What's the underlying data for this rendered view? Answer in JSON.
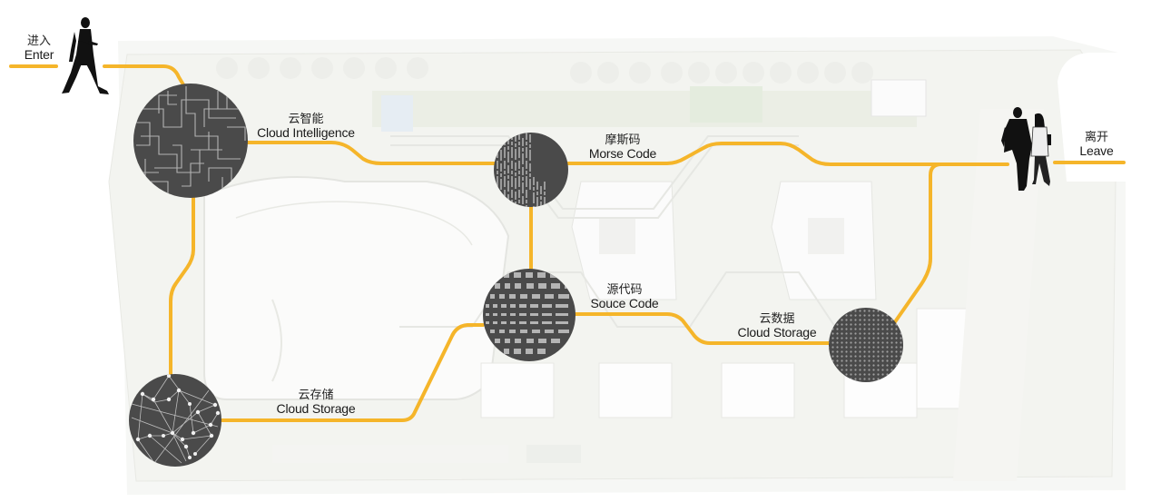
{
  "diagram": {
    "type": "journey-route-over-site-plan",
    "path_color": "#F5B52A",
    "node_color": "#4A4A4A",
    "pattern_color": "#C8C8C8",
    "background_plan_tint": "#EEF0EA"
  },
  "endpoints": {
    "enter": {
      "cn": "进入",
      "en": "Enter",
      "icon": "walking-man-icon"
    },
    "leave": {
      "cn": "离开",
      "en": "Leave",
      "icon": "walking-couple-icon"
    }
  },
  "nodes": [
    {
      "id": "cloud-intelligence",
      "cn": "云智能",
      "en": "Cloud Intelligence",
      "pattern": "circuit-pattern-icon"
    },
    {
      "id": "morse-code",
      "cn": "摩斯码",
      "en": "Morse Code",
      "pattern": "vertical-dash-pattern-icon"
    },
    {
      "id": "source-code",
      "cn": "源代码",
      "en": "Souce Code",
      "pattern": "block-grid-pattern-icon"
    },
    {
      "id": "cloud-data",
      "cn": "云数据",
      "en": "Cloud Storage",
      "pattern": "halftone-dot-pattern-icon"
    },
    {
      "id": "cloud-storage",
      "cn": "云存储",
      "en": "Cloud Storage",
      "pattern": "network-constellation-pattern-icon"
    }
  ]
}
